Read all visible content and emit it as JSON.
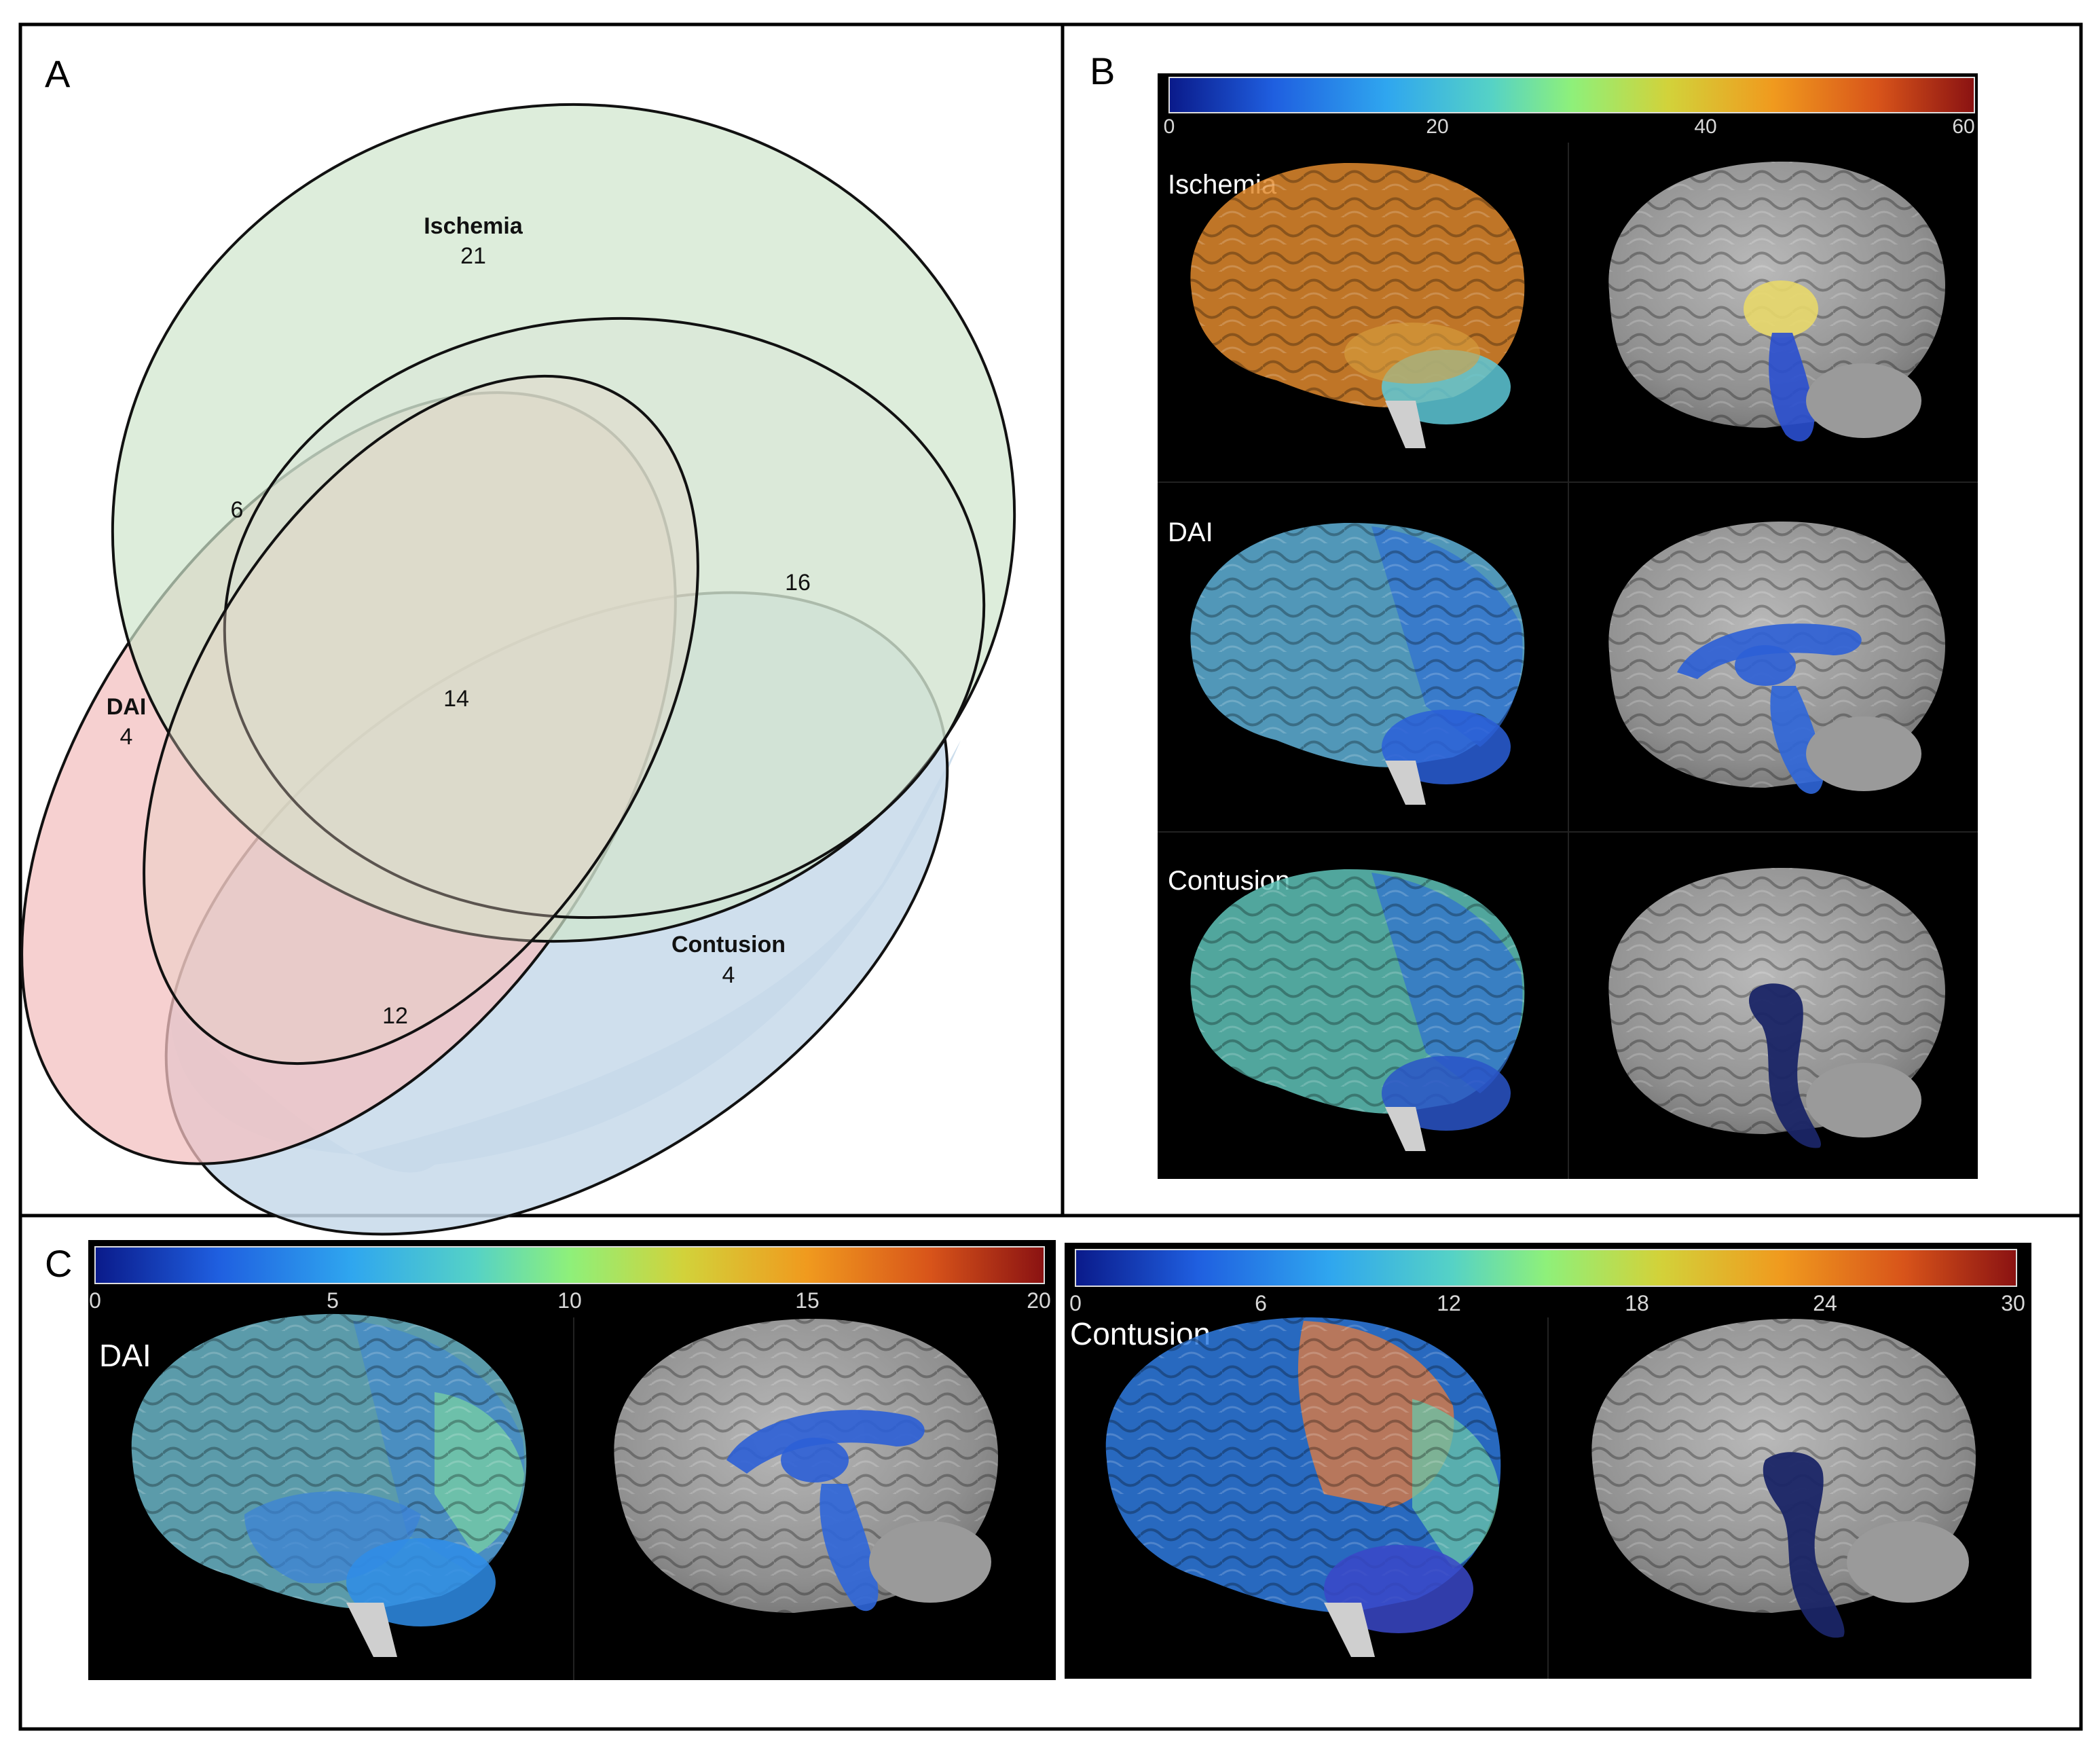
{
  "panels": {
    "a": {
      "letter": "A"
    },
    "b": {
      "letter": "B"
    },
    "c": {
      "letter": "C"
    }
  },
  "venn": {
    "sets": {
      "ischemia": {
        "label": "Ischemia",
        "count": "21",
        "color": "#cfe6cc"
      },
      "dai": {
        "label": "DAI",
        "count": "4",
        "color": "#f3c0c0"
      },
      "contusion": {
        "label": "Contusion",
        "count": "4",
        "color": "#c7d9ea"
      }
    },
    "overlaps": {
      "ischemia_dai": "6",
      "ischemia_contusion": "16",
      "all_three": "14",
      "dai_contusion": "12"
    }
  },
  "panel_b": {
    "colorbar": {
      "ticks": [
        "0",
        "20",
        "40",
        "60"
      ]
    },
    "rows": [
      {
        "label": "Ischemia",
        "lateral_color": "#e08a2e",
        "medial_structures": [
          "#e8d86a",
          "#2a4fcf"
        ]
      },
      {
        "label": "DAI",
        "lateral_color": "#5aa6d8",
        "medial_structures": [
          "#2c5fd6",
          "#2f66d9"
        ]
      },
      {
        "label": "Contusion",
        "lateral_color": "#5fc3b8",
        "medial_structures": [
          "#1a2566"
        ]
      }
    ]
  },
  "panel_c": {
    "dai": {
      "label": "DAI",
      "colorbar": {
        "ticks": [
          "0",
          "5",
          "10",
          "15",
          "20"
        ]
      }
    },
    "contusion": {
      "label": "Contusion",
      "colorbar": {
        "ticks": [
          "0",
          "6",
          "12",
          "18",
          "24",
          "30"
        ]
      }
    }
  },
  "colormap": {
    "stops": [
      "#0a1a8a",
      "#1f5fe0",
      "#2fa6ef",
      "#55d2c6",
      "#8ef07a",
      "#d2d23a",
      "#f09a1e",
      "#d8541a",
      "#8a1212"
    ]
  }
}
